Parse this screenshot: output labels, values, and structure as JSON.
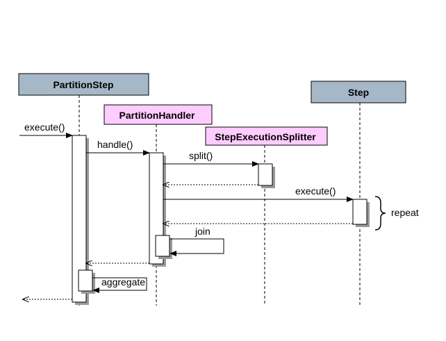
{
  "colors": {
    "participant_fill": "#a6b8c8",
    "handler_fill": "#ffccff",
    "activation_fill": "#ffffff",
    "line": "#000000",
    "shadow": "#9a9a9a"
  },
  "participants": {
    "partition_step": "PartitionStep",
    "partition_handler": "PartitionHandler",
    "splitter": "StepExecutionSplitter",
    "step": "Step"
  },
  "messages": {
    "execute_in": "execute()",
    "handle": "handle()",
    "split": "split()",
    "execute_step": "execute()",
    "join": "join",
    "aggregate": "aggregate"
  },
  "annotations": {
    "repeat": "repeat"
  }
}
